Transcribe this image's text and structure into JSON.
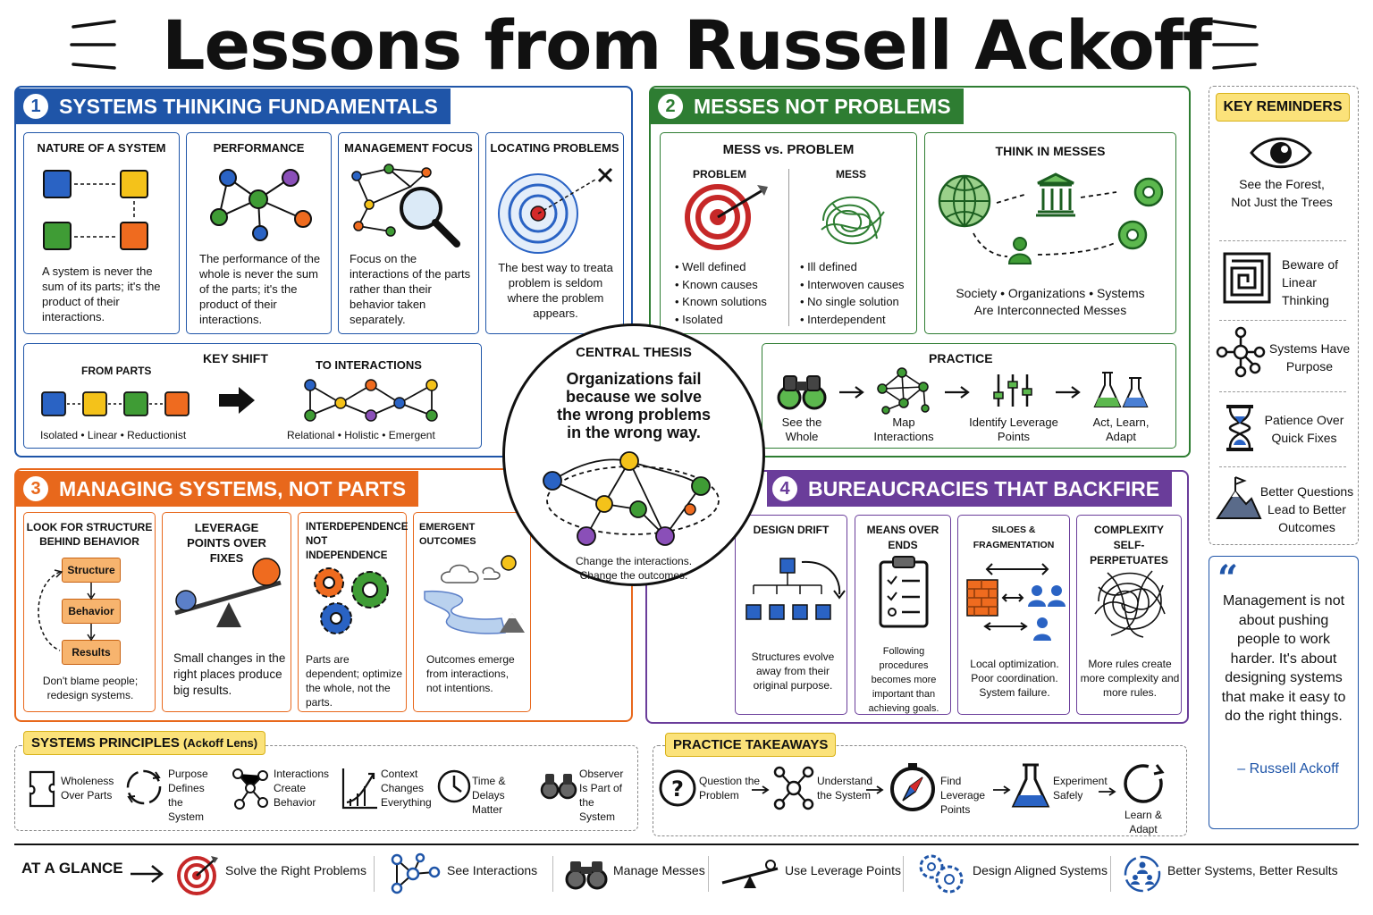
{
  "title": "Lessons from Russell Ackoff",
  "s1": {
    "num": "1",
    "title": "SYSTEMS THINKING FUNDAMENTALS",
    "panels": [
      {
        "h": "NATURE OF A SYSTEM",
        "t": "A system is never the sum of its parts; it's the product of their interactions."
      },
      {
        "h": "PERFORMANCE",
        "t": "The performance of the whole is never the sum of the parts; it's the product of their interactions."
      },
      {
        "h": "MANAGEMENT FOCUS",
        "t": "Focus on the interactions of the parts rather than their behavior taken separately."
      },
      {
        "h": "LOCATING PROBLEMS",
        "t": "The best way to treata problem is seldom where the problem appears."
      }
    ],
    "shift": {
      "h": "KEY SHIFT",
      "from": "FROM PARTS",
      "to": "TO INTERACTIONS",
      "fromCap": "Isolated • Linear • Reductionist",
      "toCap": "Relational • Holistic • Emergent"
    }
  },
  "s2": {
    "num": "2",
    "title": "MESSES NOT PROBLEMS",
    "mess": {
      "h": "MESS vs. PROBLEM",
      "problem": "PROBLEM",
      "messL": "MESS",
      "pItems": [
        "• Well defined",
        "• Known causes",
        "• Known solutions",
        "• Isolated"
      ],
      "mItems": [
        "• Ill defined",
        "• Interwoven causes",
        "• No single solution",
        "• Interdependent"
      ]
    },
    "think": {
      "h": "THINK IN MESSES",
      "cap1": "Society • Organizations • Systems",
      "cap2": "Are Interconnected Messes"
    },
    "practice": {
      "h": "PRACTICE",
      "steps": [
        "See the Whole",
        "Map Interactions",
        "Identify Leverage Points",
        "Act, Learn, Adapt"
      ]
    }
  },
  "central": {
    "h": "CENTRAL THESIS",
    "t1": "Organizations fail",
    "t2": "because we solve",
    "t3": "the wrong problems",
    "t4": "in the wrong way.",
    "c1": "Change the interactions.",
    "c2": "Change the outcomes."
  },
  "s3": {
    "num": "3",
    "title": "MANAGING SYSTEMS, NOT PARTS",
    "panels": [
      {
        "h": "LOOK FOR STRUCTURE BEHIND BEHAVIOR",
        "t": "Don't blame people; redesign systems."
      },
      {
        "h": "LEVERAGE POINTS OVER FIXES",
        "t": "Small changes in the right places produce big results."
      },
      {
        "h": "INTERDEPENDENCE NOT INDEPENDENCE",
        "t": "Parts are dependent; optimize the whole, not the parts."
      },
      {
        "h": "EMERGENT OUTCOMES",
        "t": "Outcomes emerge from interactions, not intentions."
      }
    ],
    "flow": [
      "Structure",
      "Behavior",
      "Results"
    ]
  },
  "s4": {
    "num": "4",
    "title": "BUREAUCRACIES THAT BACKFIRE",
    "panels": [
      {
        "h": "DESIGN DRIFT",
        "t": "Structures evolve away from their original purpose."
      },
      {
        "h": "MEANS OVER ENDS",
        "t": "Following procedures becomes more important than achieving goals."
      },
      {
        "h": "SILOES & FRAGMENTATION",
        "t": "Local optimization. Poor coordination. System failure."
      },
      {
        "h": "COMPLEXITY SELF-PERPETUATES",
        "t": "More rules create more complexity and more rules."
      }
    ]
  },
  "reminders": {
    "h": "KEY REMINDERS",
    "items": [
      "See the Forest, Not Just the Trees",
      "Beware of Linear Thinking",
      "Systems Have Purpose",
      "Patience Over Quick Fixes",
      "Better Questions Lead to Better Outcomes"
    ]
  },
  "quote": {
    "mark": "“",
    "t": "Management is not about pushing people to work harder. It's about designing systems that make it easy to do the right things.",
    "by": "– Russell Ackoff"
  },
  "principles": {
    "h": "SYSTEMS PRINCIPLES",
    "hSub": "(Ackoff Lens)",
    "items": [
      "Wholeness Over Parts",
      "Purpose Defines the System",
      "Interactions Create Behavior",
      "Context Changes Everything",
      "Time & Delays Matter",
      "Observer Is Part of the System"
    ]
  },
  "takeaways": {
    "h": "PRACTICE TAKEAWAYS",
    "items": [
      "Question the Problem",
      "Understand the System",
      "Find Leverage Points",
      "Experiment Safely",
      "Learn & Adapt"
    ]
  },
  "glance": {
    "h": "AT A GLANCE",
    "items": [
      "Solve the Right Problems",
      "See Interactions",
      "Manage Messes",
      "Use Leverage Points",
      "Design Aligned Systems",
      "Better Systems, Better Results"
    ]
  },
  "colors": {
    "blue": "#1f55a8",
    "green": "#2e7d32",
    "orange": "#e8681c",
    "purple": "#6a3d9a",
    "yellow": "#fbe27a"
  }
}
